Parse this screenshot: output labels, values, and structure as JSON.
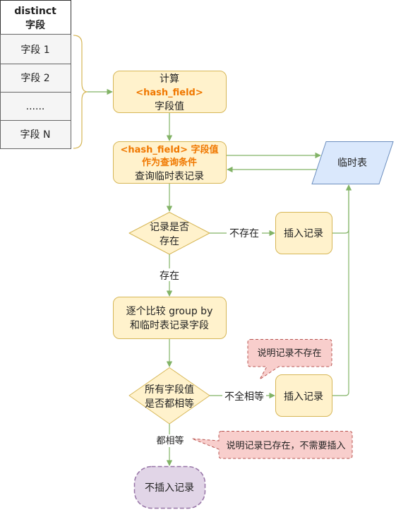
{
  "table": {
    "header_line1": "distinct",
    "header_line2": "字段",
    "rows": [
      "字段 1",
      "字段 2",
      "......",
      "字段 N"
    ]
  },
  "calc_box": {
    "line1": "计算",
    "line2": "<hash_field>",
    "line3": "字段值"
  },
  "query_box": {
    "line1": "<hash_field> 字段值",
    "line2": "作为查询条件",
    "line3": "查询临时表记录"
  },
  "temp_table": {
    "label": "临时表"
  },
  "exists_diamond": {
    "line1": "记录是否",
    "line2": "存在"
  },
  "edge_not_exist": "不存在",
  "insert_box_1": {
    "label": "插入记录"
  },
  "edge_exist": "存在",
  "compare_box": {
    "line1": "逐个比较 group by",
    "line2": "和临时表记录字段"
  },
  "callout_not_exist": "说明记录不存在",
  "equal_diamond": {
    "line1": "所有字段值",
    "line2": "是否都相等"
  },
  "edge_not_all_equal": "不全相等",
  "insert_box_2": {
    "label": "插入记录"
  },
  "edge_all_equal": "都相等",
  "callout_exists_no_insert": "说明记录已存在，不需要插入",
  "no_insert_box": {
    "label": "不插入记录"
  },
  "colors": {
    "box_fill": "#fff2cc",
    "box_stroke": "#d6b656",
    "temp_fill": "#dae8fc",
    "temp_stroke": "#6c8ebf",
    "callout_fill": "#f8cecc",
    "callout_stroke": "#b85450",
    "end_fill": "#e1d5e7",
    "end_stroke": "#9673a6",
    "arrow": "#82b366",
    "accent": "#f07800"
  }
}
